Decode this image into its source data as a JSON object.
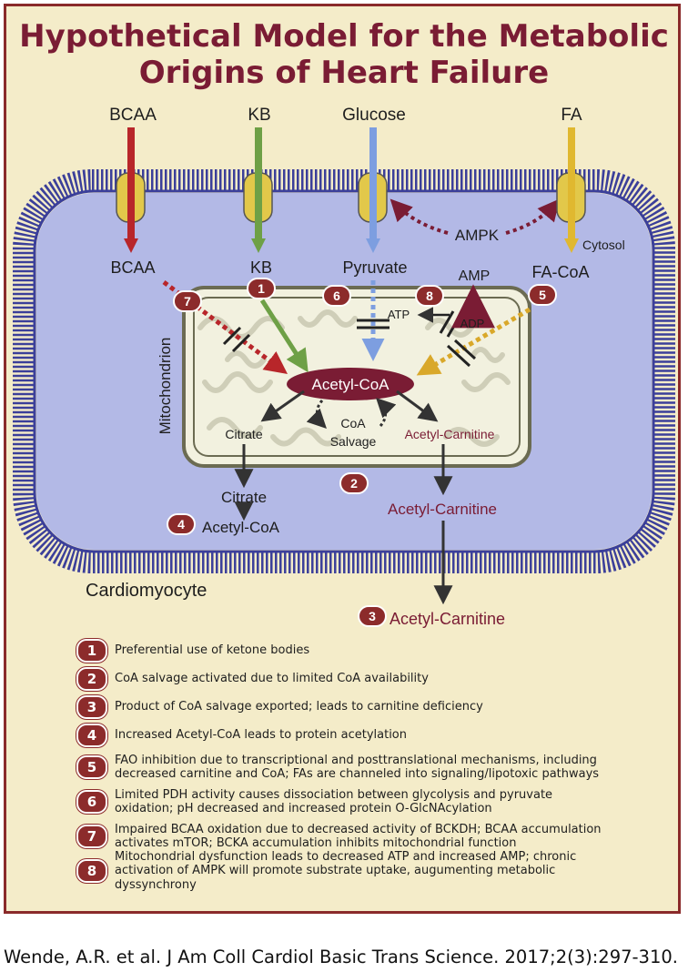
{
  "title": {
    "line1": "Hypothetical Model for the Metabolic",
    "line2": "Origins of Heart Failure"
  },
  "colors": {
    "background": "#f4ecc9",
    "border": "#8a2a2a",
    "title": "#7a1c34",
    "cell_fill": "#b3b9e6",
    "membrane": "#3b3f9a",
    "badge": "#8c2b2b",
    "bcaa": "#c0282b",
    "kb": "#6ea046",
    "glucose": "#7d9ee0",
    "fa": "#e0b830",
    "mito_fill": "#f2f1df"
  },
  "substrates": {
    "bcaa": "BCAA",
    "kb": "KB",
    "glucose": "Glucose",
    "fa": "FA"
  },
  "cytosol": {
    "bcaa": "BCAA",
    "kb": "KB",
    "pyruvate": "Pyruvate",
    "fa_coa": "FA-CoA",
    "ampk": "AMPK",
    "amp": "AMP",
    "cytosol_label": "Cytosol",
    "citrate": "Citrate",
    "acetyl_coa": "Acetyl-CoA",
    "acetyl_carnitine": "Acetyl-Carnitine",
    "cardiomyocyte": "Cardiomyocyte"
  },
  "mito": {
    "label": "Mitochondrion",
    "acetyl_coa": "Acetyl-CoA",
    "citrate": "Citrate",
    "coa": "CoA",
    "salvage": "Salvage",
    "acetyl_carnitine": "Acetyl-Carnitine",
    "atp": "ATP",
    "adp": "ADP"
  },
  "outside": {
    "acetyl_carnitine": "Acetyl-Carnitine"
  },
  "badges": [
    "1",
    "2",
    "3",
    "4",
    "5",
    "6",
    "7",
    "8"
  ],
  "legend": [
    {
      "num": "1",
      "line1": "Preferential use of ketone bodies",
      "line2": ""
    },
    {
      "num": "2",
      "line1": "CoA salvage activated due to limited CoA availability",
      "line2": ""
    },
    {
      "num": "3",
      "line1": "Product of CoA salvage exported; leads to carnitine deficiency",
      "line2": ""
    },
    {
      "num": "4",
      "line1": "Increased Acetyl-CoA leads to protein acetylation",
      "line2": ""
    },
    {
      "num": "5",
      "line1": "FAO inhibition due to transcriptional and posttranslational mechanisms, including",
      "line2": "decreased carnitine and CoA; FAs are channeled into signaling/lipotoxic pathways"
    },
    {
      "num": "6",
      "line1": "Limited PDH activity causes dissociation between glycolysis and pyruvate",
      "line2": "oxidation; pH decreased and increased protein O-GlcNAcylation"
    },
    {
      "num": "7",
      "line1": "Impaired BCAA oxidation due to decreased activity of BCKDH; BCAA accumulation",
      "line2": "activates mTOR; BCKA accumulation inhibits mitochondrial function"
    },
    {
      "num": "8",
      "line1": "Mitochondrial dysfunction leads to decreased ATP and increased AMP; chronic",
      "line2": "activation of AMPK will promote substrate uptake, augumenting metabolic dyssynchrony"
    }
  ],
  "citation": "Wende, A.R. et al. J Am Coll Cardiol Basic Trans Science. 2017;2(3):297-310."
}
